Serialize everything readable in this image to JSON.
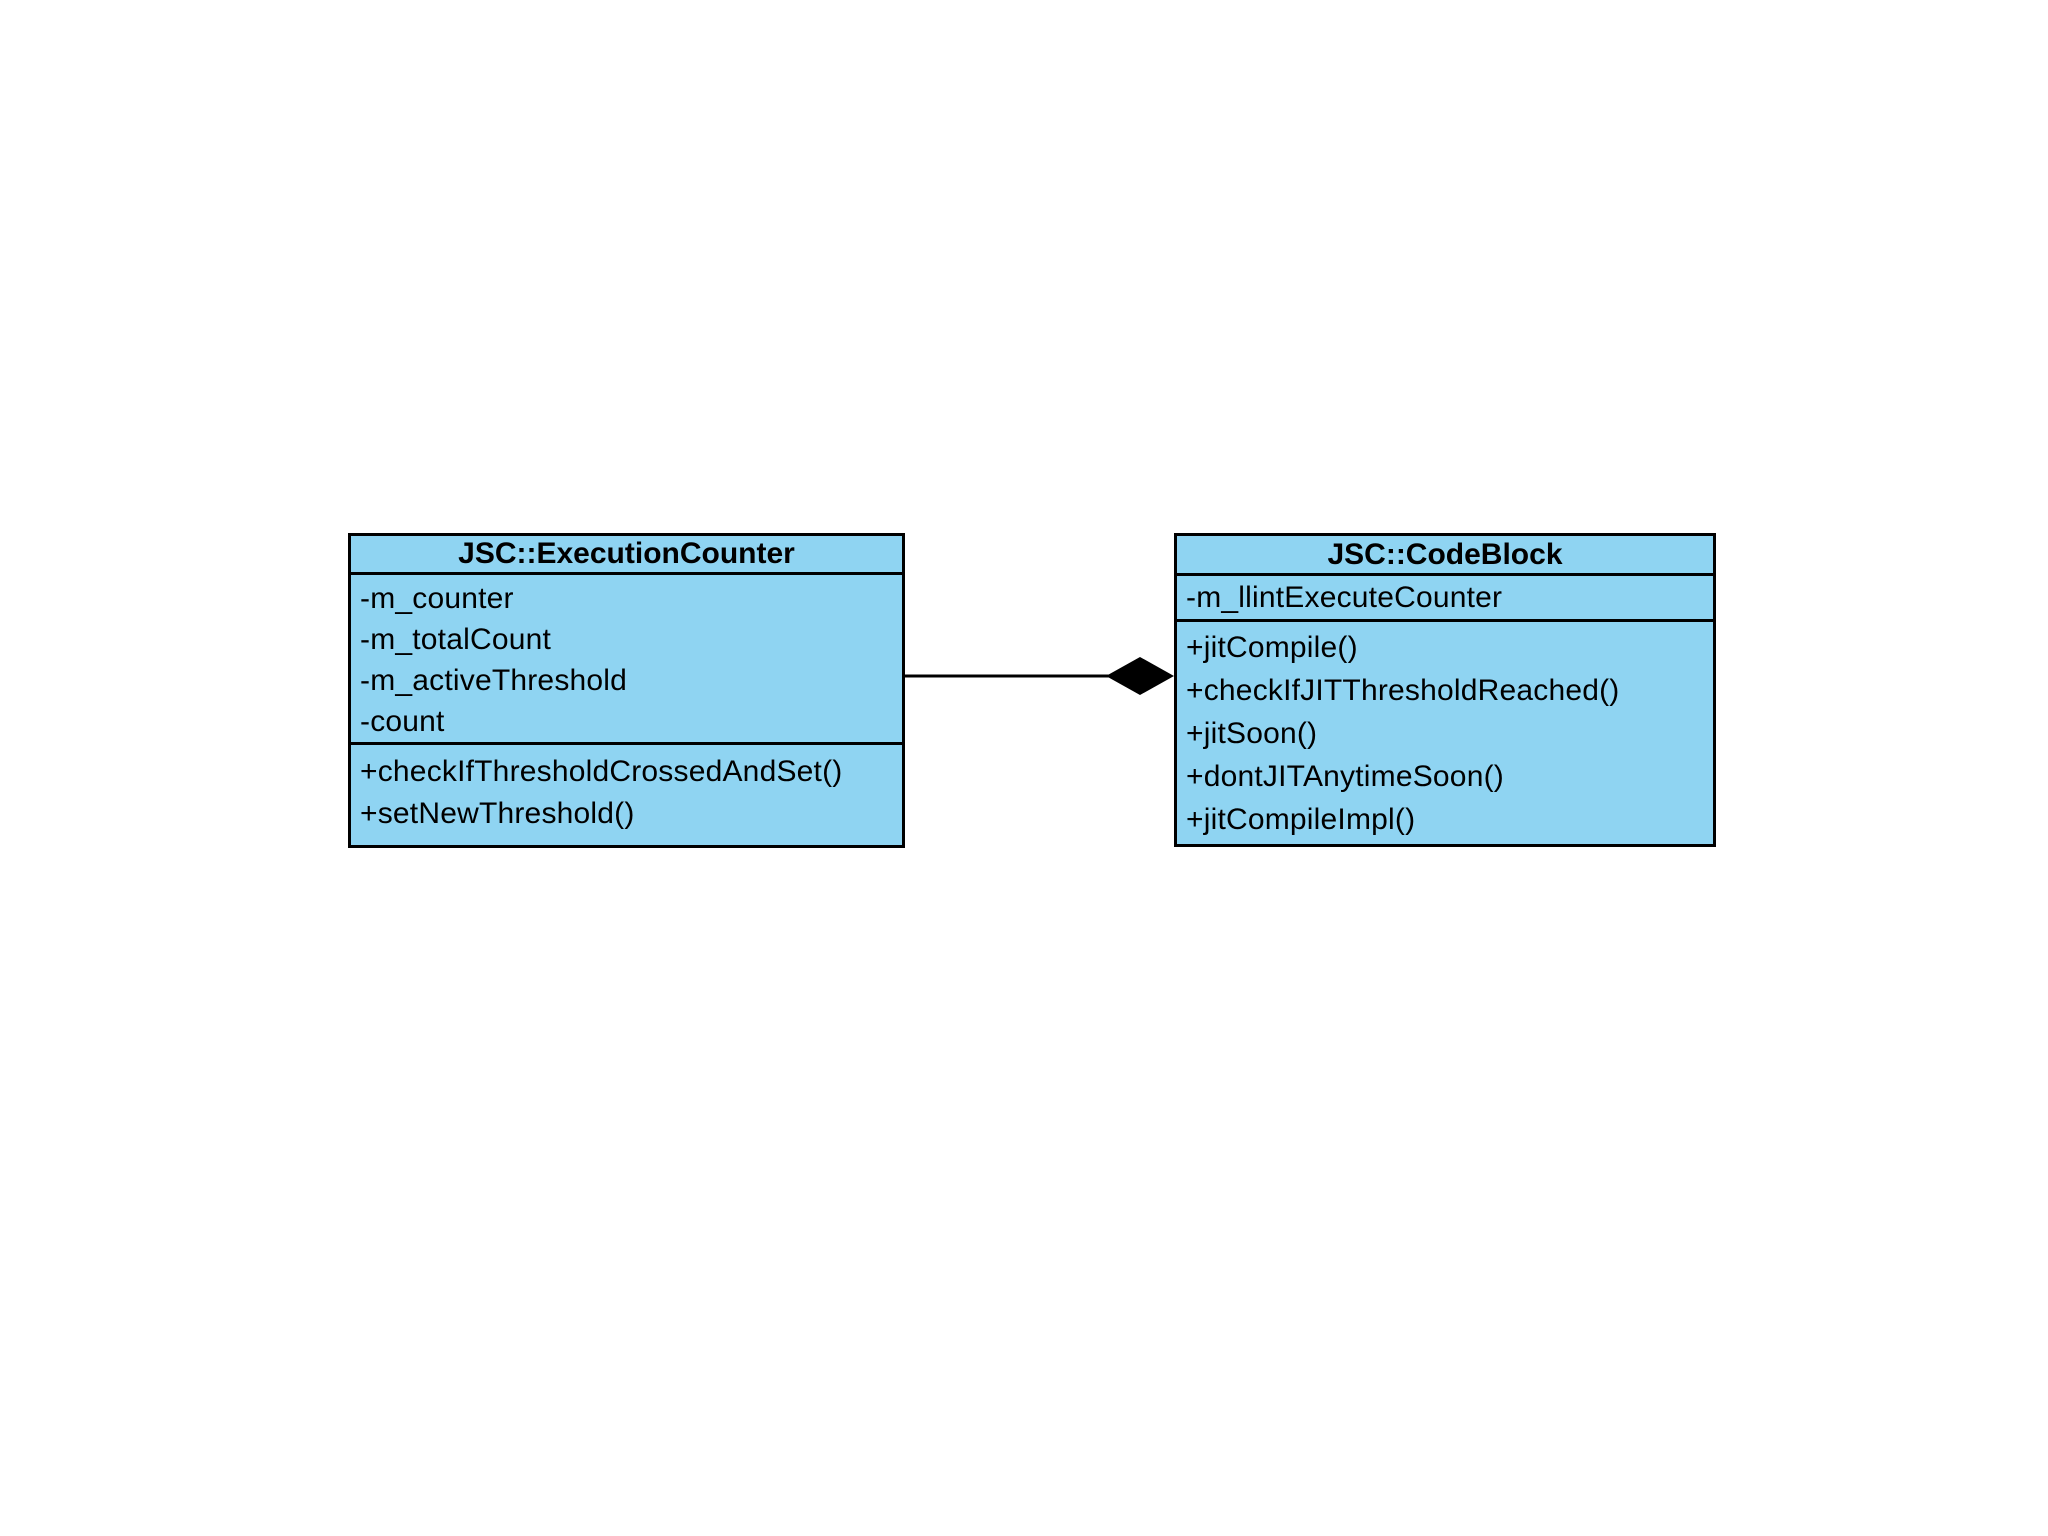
{
  "diagram": {
    "type": "uml-class-diagram",
    "background_color": "#ffffff",
    "class_fill_color": "#8fd4f2",
    "class_border_color": "#000000",
    "text_color": "#000000",
    "classes": [
      {
        "name": "JSC::ExecutionCounter",
        "attributes": [
          "-m_counter",
          "-m_totalCount",
          "-m_activeThreshold",
          "-count"
        ],
        "operations": [
          "+checkIfThresholdCrossedAndSet()",
          "+setNewThreshold()"
        ]
      },
      {
        "name": "JSC::CodeBlock",
        "attributes": [
          "-m_llintExecuteCounter"
        ],
        "operations": [
          "+jitCompile()",
          "+checkIfJITThresholdReached()",
          "+jitSoon()",
          "+dontJITAnytimeSoon()",
          "+jitCompileImpl()"
        ]
      }
    ],
    "relationship": {
      "type": "composition",
      "owner": "JSC::CodeBlock",
      "part": "JSC::ExecutionCounter",
      "diamond_style": "filled",
      "line_color": "#000000"
    }
  }
}
